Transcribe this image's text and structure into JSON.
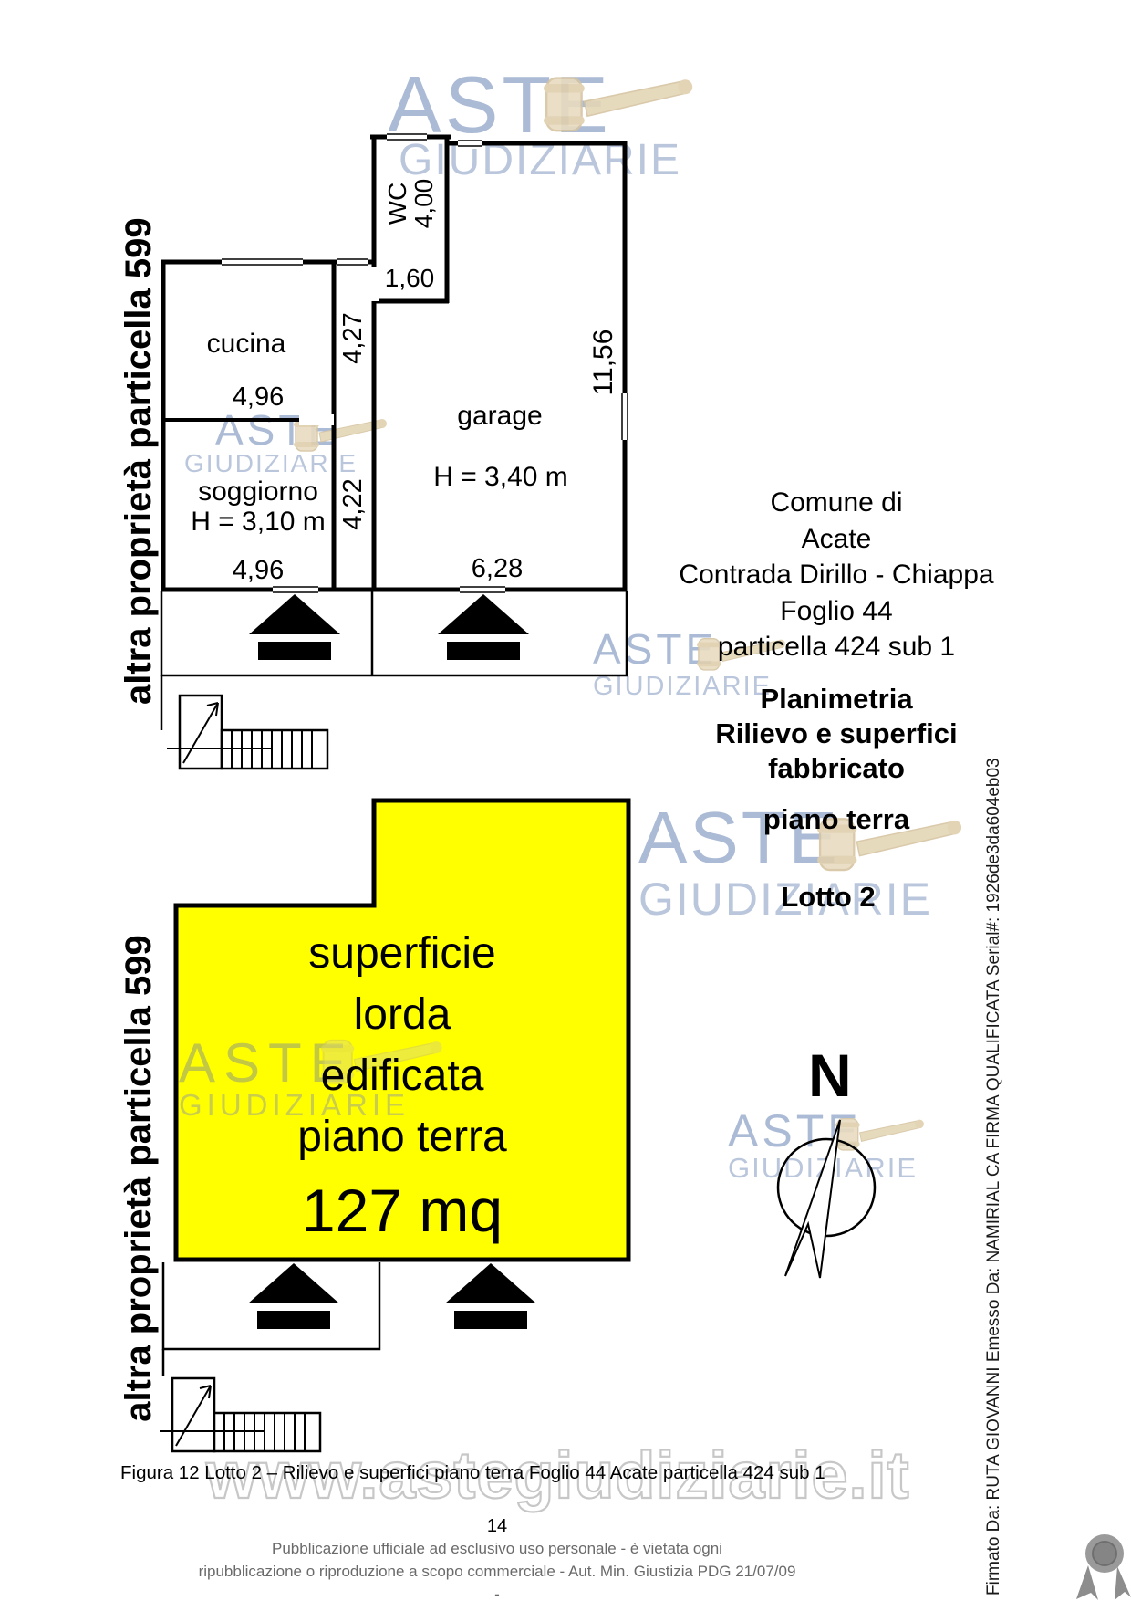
{
  "page": {
    "caption": "Figura 12 Lotto 2 – Rilievo e superfici piano terra Foglio 44 Acate particella 424 sub 1",
    "page_number": "14",
    "footer_line1": "Pubblicazione ufficiale ad esclusivo uso personale - è vietata ogni",
    "footer_line2": "ripubblicazione o riproduzione a scopo commerciale - Aut. Min. Giustizia PDG 21/07/09",
    "footer_line3": "-",
    "signature": "Firmato Da: RUTA GIOVANNI Emesso Da: NAMIRIAL CA FIRMA QUALIFICATA Serial#: 1926de3da604eb03"
  },
  "watermark": {
    "aste": "ASTE",
    "giudiziarie": "GIUDIZIARIE",
    "url": "www.astegiudiziarie.it",
    "brand_color": "#9db0d0"
  },
  "header_block": {
    "line1": "Comune di",
    "line2": "Acate",
    "line3": "Contrada Dirillo - Chiappa",
    "line4": "Foglio 44",
    "line5": "particella 424 sub 1",
    "title1": "Planimetria",
    "title2": "Rilievo e superfici",
    "title3": "fabbricato",
    "title4": "piano terra",
    "lot": "Lotto 2"
  },
  "boundary_label": "altra proprietà particella 599",
  "floor_plan": {
    "rooms": {
      "cucina": {
        "name": "cucina",
        "width": "4,96",
        "wall_dim": "4,27"
      },
      "soggiorno": {
        "name": "soggiorno",
        "height_label": "H = 3,10 m",
        "width": "4,96",
        "wall_dim": "4,22"
      },
      "garage": {
        "name": "garage",
        "height_label": "H = 3,40 m",
        "width": "6,28",
        "depth": "11,56"
      },
      "wc": {
        "name": "WC",
        "dim": "4,00",
        "door_dim": "1,60"
      }
    }
  },
  "area_block": {
    "line1": "superficie",
    "line2": "lorda",
    "line3": "edificata",
    "line4": "piano terra",
    "value": "127 mq",
    "fill_color": "#FFFF00"
  },
  "compass": {
    "label": "N"
  }
}
